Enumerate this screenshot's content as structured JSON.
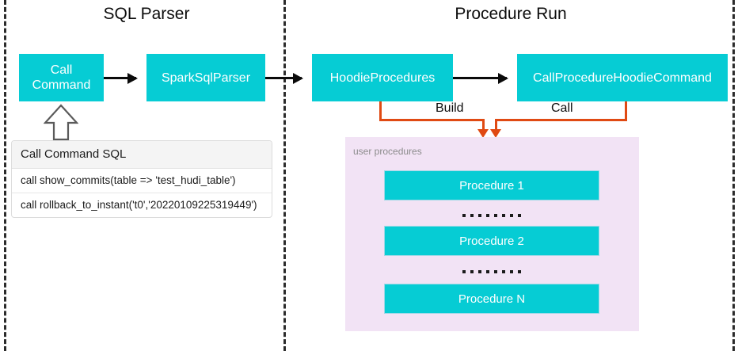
{
  "diagram": {
    "sections": [
      {
        "id": "sql-parser",
        "title": "SQL Parser"
      },
      {
        "id": "procedure-run",
        "title": "Procedure Run"
      }
    ],
    "boxes": [
      {
        "id": "call-command",
        "label": "Call\nCommand"
      },
      {
        "id": "spark-sql-parser",
        "label": "SparkSqlParser"
      },
      {
        "id": "hoodie-procedures",
        "label": "HoodieProcedures"
      },
      {
        "id": "call-procedure-hoodie-command",
        "label": "CallProcedureHoodieCommand"
      }
    ],
    "box_labels": {
      "call_command_line1": "Call",
      "call_command_line2": "Command",
      "spark_sql_parser": "SparkSqlParser",
      "hoodie_procedures": "HoodieProcedures",
      "call_procedure_hoodie_command": "CallProcedureHoodieCommand"
    },
    "connector_labels": {
      "build": "Build",
      "call": "Call"
    },
    "sql_card": {
      "header": "Call Command SQL",
      "rows": [
        "call show_commits(table => 'test_hudi_table')",
        "call rollback_to_instant('t0','20220109225319449')"
      ]
    },
    "procedures_panel": {
      "label": "user procedures",
      "items": [
        {
          "label": "Procedure 1"
        },
        {
          "label": "Procedure 2"
        },
        {
          "label": "Procedure N"
        }
      ],
      "ellipsis_dot_count": 8
    },
    "colors": {
      "teal_box": "#06CCD4",
      "orange_connector": "#E04A13",
      "panel_background": "#F2E3F5",
      "panel_label_text": "#8C8C8C",
      "divider": "#2B2B2B",
      "arrow_black": "#0A0A0A",
      "card_header_background": "#F4F4F4"
    }
  }
}
